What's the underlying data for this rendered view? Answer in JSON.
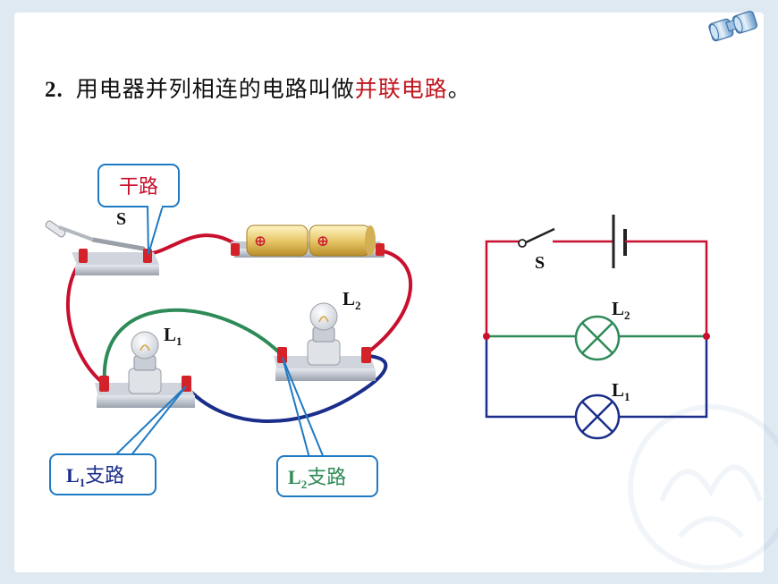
{
  "heading": {
    "number": "2.",
    "text": "用电器并列相连的电路叫做",
    "highlight": "并联电路",
    "ending": "。"
  },
  "photo_circuit": {
    "callouts": {
      "main_line": "干路",
      "l1_branch_sym": "L",
      "l1_branch_sub": "1",
      "l1_branch_text": "支路",
      "l2_branch_sym": "L",
      "l2_branch_sub": "2",
      "l2_branch_text": "支路"
    },
    "switch_label": "S",
    "lamp1_sym": "L",
    "lamp1_sub": "1",
    "lamp2_sym": "L",
    "lamp2_sub": "2",
    "battery_sign": "⊕"
  },
  "schematic": {
    "switch_label": "S",
    "lamp2_sym": "L",
    "lamp2_sub": "2",
    "lamp1_sym": "L",
    "lamp1_sub": "1"
  },
  "colors": {
    "main_wire": "#c8102e",
    "l2_wire": "#2e8b57",
    "l1_wire": "#1a2d8a",
    "callout_border": "#1f7ac4",
    "highlight": "#c0161e"
  }
}
